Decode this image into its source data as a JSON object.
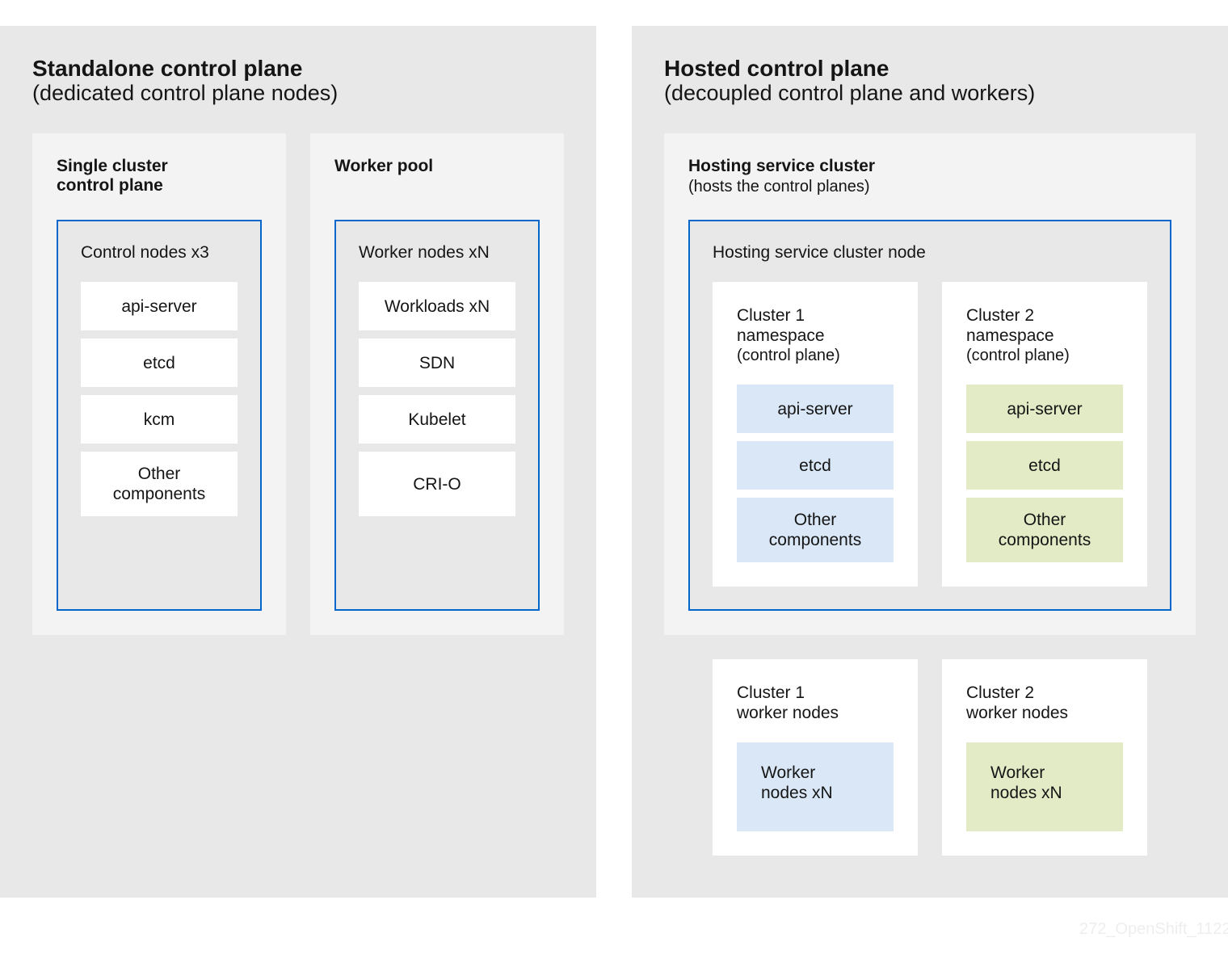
{
  "standalone": {
    "title": "Standalone control plane",
    "subtitle": "(dedicated control plane nodes)",
    "control": {
      "title": "Single cluster\ncontrol plane",
      "box_label": "Control nodes  x3",
      "items": [
        "api-server",
        "etcd",
        "kcm",
        "Other\ncomponents"
      ]
    },
    "worker": {
      "title": "Worker pool",
      "box_label": "Worker nodes  xN",
      "items": [
        "Workloads  xN",
        "SDN",
        "Kubelet",
        "CRI-O"
      ]
    }
  },
  "hosted": {
    "title": "Hosted control plane",
    "subtitle": "(decoupled control plane and workers)",
    "hosting": {
      "title": "Hosting service cluster",
      "subtitle": "(hosts the control planes)",
      "node_label": "Hosting service cluster node",
      "clusters": [
        {
          "title": "Cluster 1\nnamespace",
          "subtitle": "(control plane)",
          "items": [
            "api-server",
            "etcd",
            "Other\ncomponents"
          ],
          "color": "#d9e7f6"
        },
        {
          "title": "Cluster 2\nnamespace",
          "subtitle": "(control plane)",
          "items": [
            "api-server",
            "etcd",
            "Other\ncomponents"
          ],
          "color": "#e2ebc6"
        }
      ]
    },
    "workers": [
      {
        "title": "Cluster 1\nworker nodes",
        "item": "Worker\nnodes  xN"
      },
      {
        "title": "Cluster 2\nworker nodes",
        "item": "Worker\nnodes  xN"
      }
    ]
  },
  "colors": {
    "accent_border": "#0066cc",
    "cluster1": "#d9e7f6",
    "cluster2": "#e2ebc6",
    "background": "#e8e8e8"
  },
  "watermark": "272_OpenShift_1122"
}
